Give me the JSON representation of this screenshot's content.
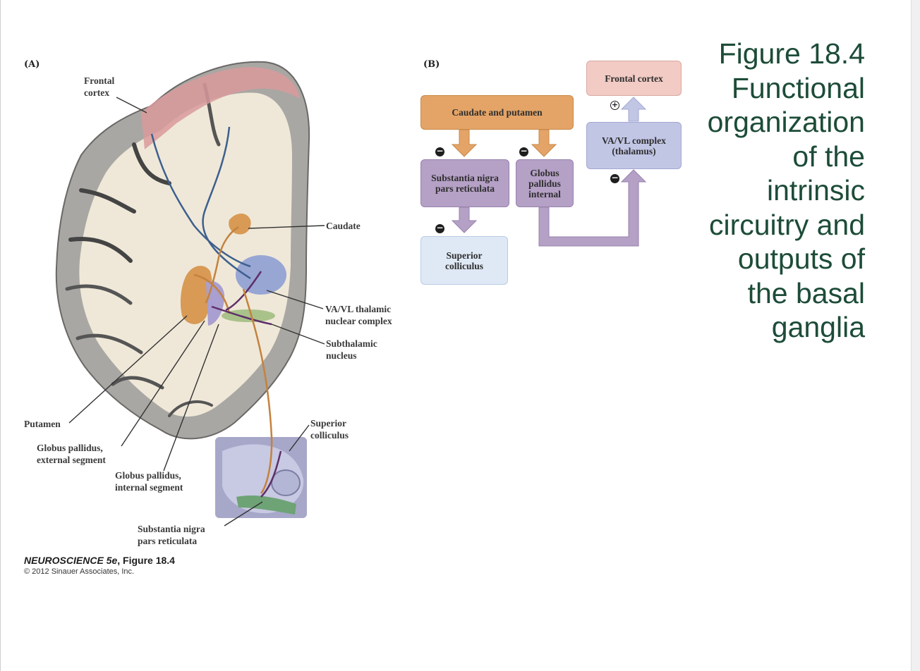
{
  "panel_a": {
    "tag": "(A)",
    "labels": {
      "frontal_cortex": "Frontal\ncortex",
      "caudate": "Caudate",
      "vavl": "VA/VL thalamic\nnuclear complex",
      "subthalamic": "Subthalamic\nnucleus",
      "putamen": "Putamen",
      "gp_external": "Globus pallidus,\nexternal segment",
      "gp_internal": "Globus pallidus,\ninternal segment",
      "sup_colliculus": "Superior\ncolliculus",
      "sn_pars": "Substantia nigra\npars reticulata"
    }
  },
  "panel_b": {
    "tag": "(B)",
    "boxes": {
      "frontal_cortex": "Frontal cortex",
      "caudate_putamen": "Caudate and putamen",
      "vavl": "VA/VL complex\n(thalamus)",
      "substantia_nigra": "Substantia nigra\npars reticulata",
      "globus_pallidus": "Globus\npallidus\ninternal",
      "superior_colliculus": "Superior\ncolliculus"
    },
    "signs": {
      "negative": "−",
      "positive": "+"
    },
    "colors": {
      "orange": "#e4a467",
      "purple": "#b5a0c6",
      "lavender": "#c2c6e5",
      "pink": "#f1cbc4",
      "blue": "#dfe9f6"
    }
  },
  "figure_title": "Figure 18.4\nFunctional\norganization\nof the\nintrinsic\ncircuitry and\noutputs of\nthe basal\nganglia",
  "credit": {
    "book_italic": "NEUROSCIENCE 5e",
    "figure_ref": ", Figure 18.4",
    "copyright": "© 2012 Sinauer Associates, Inc."
  }
}
